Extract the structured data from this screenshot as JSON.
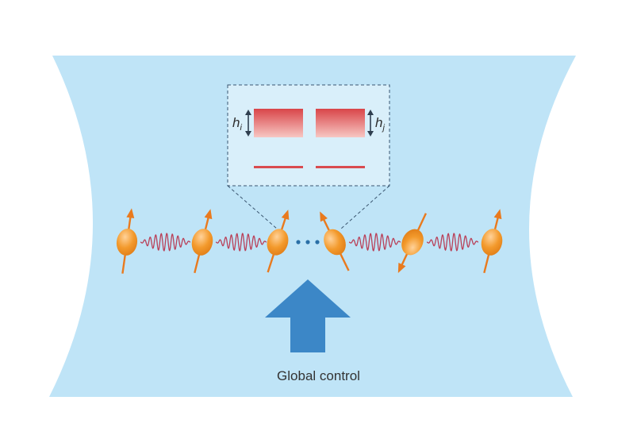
{
  "caption": "Global control",
  "inset": {
    "left_label_base": "h",
    "left_label_sub": "i",
    "right_label_base": "h",
    "right_label_sub": "j"
  },
  "chain": {
    "spins": [
      {
        "id": 1,
        "orientation_deg": 8
      },
      {
        "id": 2,
        "orientation_deg": 14
      },
      {
        "id": 3,
        "orientation_deg": 18
      },
      {
        "id": 4,
        "orientation_deg": -26
      },
      {
        "id": 5,
        "orientation_deg": 205
      },
      {
        "id": 6,
        "orientation_deg": 14
      }
    ],
    "ellipsis": "…"
  },
  "colors": {
    "background_panel": "#bfe4f7",
    "inset_panel": "#d9effa",
    "spin_ball": "#f39a2c",
    "spin_arrow": "#e97a1e",
    "wave": "#b94058",
    "level_band": "#d94b4f",
    "arrow": "#3c87c7",
    "dots": "#2a6fa6"
  },
  "icons": [
    "spin-ball-icon",
    "wave-coupling-icon",
    "up-arrow-icon",
    "double-arrow-icon"
  ]
}
